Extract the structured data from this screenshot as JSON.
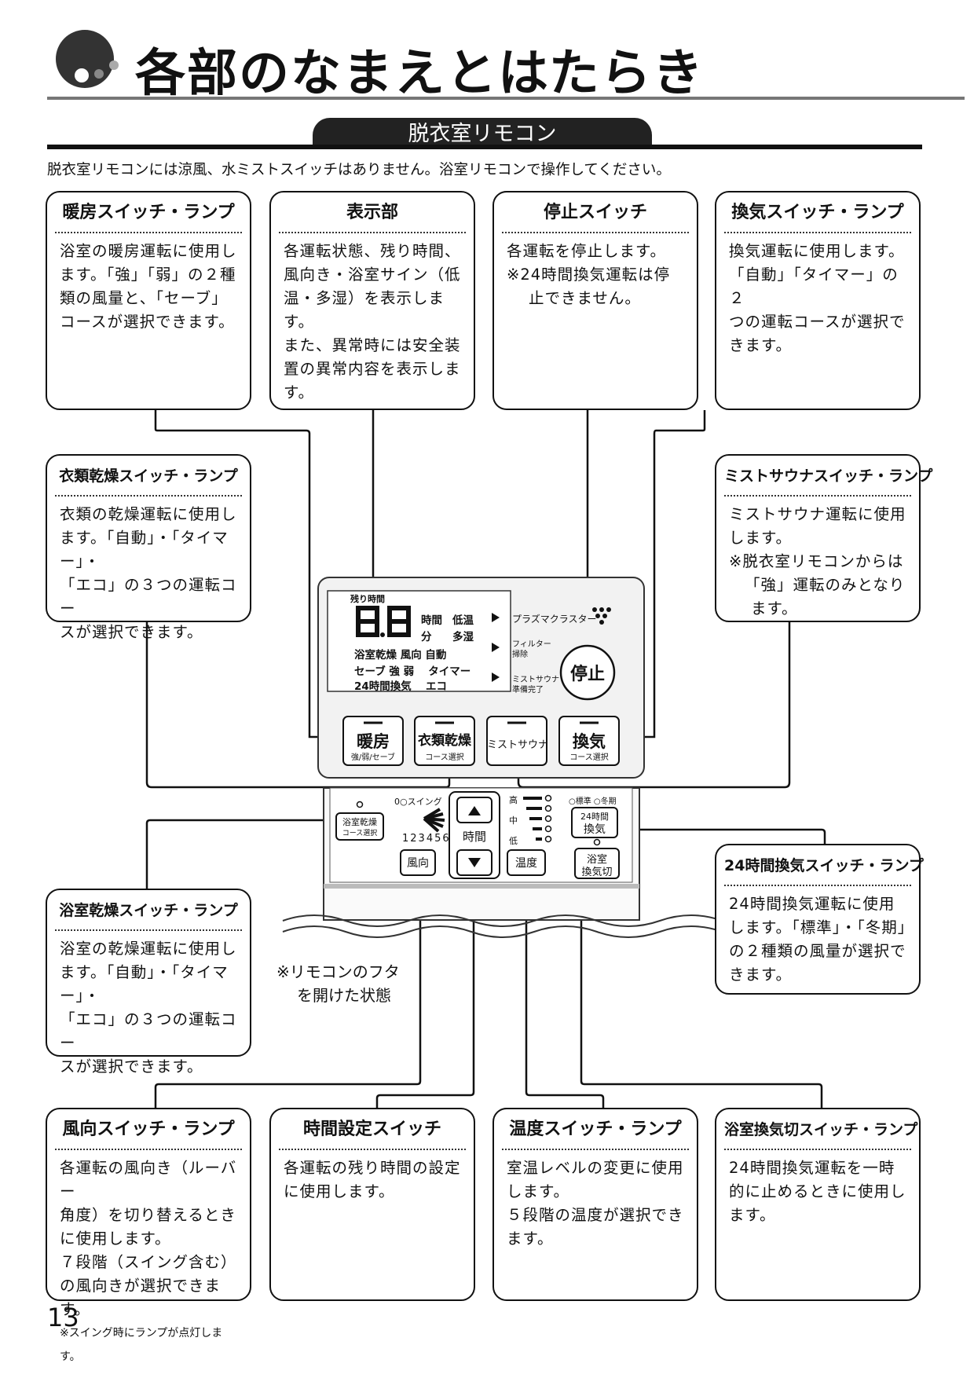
{
  "page_title": "各部のなまえとはたらき",
  "section_title": "脱衣室リモコン",
  "intro": "脱衣室リモコンには涼風、水ミストスイッチはありません。浴室リモコンで操作してください。",
  "boxes": {
    "danbo": {
      "title": "暖房スイッチ・ランプ",
      "lines": [
        "浴室の暖房運転に使用し",
        "ます。「強」「弱」の２種",
        "類の風量と、「セーブ」",
        "コースが選択できます。"
      ]
    },
    "hyoji": {
      "title": "表示部",
      "lines": [
        "各運転状態、残り時間、",
        "風向き・浴室サイン（低",
        "温・多湿）を表示します。",
        "また、異常時には安全装",
        "置の異常内容を表示しま",
        "す。"
      ]
    },
    "teishi": {
      "title": "停止スイッチ",
      "lines": [
        "各運転を停止します。",
        "※24時間換気運転は停",
        "止できません。"
      ]
    },
    "kanki": {
      "title": "換気スイッチ・ランプ",
      "lines": [
        "換気運転に使用します。",
        "「自動」「タイマー」の２",
        "つの運転コースが選択で",
        "きます。"
      ]
    },
    "irui": {
      "title": "衣類乾燥スイッチ・ランプ",
      "lines": [
        "衣類の乾燥運転に使用し",
        "ます。「自動」・「タイマー」・",
        "「エコ」の３つの運転コー",
        "スが選択できます。"
      ]
    },
    "mist": {
      "title": "ミストサウナスイッチ・ランプ",
      "lines": [
        "ミストサウナ運転に使用",
        "します。",
        "※脱衣室リモコンからは",
        "「強」運転のみとなり",
        "ます。"
      ]
    },
    "kanki24": {
      "title": "24時間換気スイッチ・ランプ",
      "lines": [
        "24時間換気運転に使用",
        "します。「標準」・「冬期」",
        "の２種類の風量が選択で",
        "きます。"
      ]
    },
    "yokushitsu": {
      "title": "浴室乾燥スイッチ・ランプ",
      "lines": [
        "浴室の乾燥運転に使用し",
        "ます。「自動」・「タイマー」・",
        "「エコ」の３つの運転コー",
        "スが選択できます。"
      ]
    },
    "fuko": {
      "title": "風向スイッチ・ランプ",
      "lines": [
        "各運転の風向き（ルーバー",
        "角度）を切り替えるとき",
        "に使用します。",
        "７段階（スイング含む）",
        "の風向きが選択できます。"
      ],
      "small": "※スイング時にランプが点灯します。"
    },
    "jikan": {
      "title": "時間設定スイッチ",
      "lines": [
        "各運転の残り時間の設定",
        "に使用します。"
      ]
    },
    "ondo": {
      "title": "温度スイッチ・ランプ",
      "lines": [
        "室温レベルの変更に使用",
        "します。",
        "５段階の温度が選択でき",
        "ます。"
      ]
    },
    "kankigiri": {
      "title": "浴室換気切スイッチ・ランプ",
      "lines": [
        "24時間換気運転を一時",
        "的に止めるときに使用し",
        "ます。"
      ]
    }
  },
  "note": [
    "※リモコンのフタ",
    "を開けた状態"
  ],
  "remote": {
    "lcd": {
      "remaining": "残り時間",
      "digits": "8.8",
      "hour": "時間",
      "minute": "分",
      "low_temp": "低温",
      "humid": "多湿",
      "row3": "浴室乾燥 風向 自動",
      "row4": "セーブ 強 弱　 タイマー",
      "row5": "24時間換気　 エコ"
    },
    "indicators": [
      "プラズマクラスター",
      "フィルター",
      "掃除",
      "ミストサウナ",
      "準備完了"
    ],
    "stop": "停止",
    "buttons": {
      "danbo": "暖房",
      "danbo_sub": "強/弱/セーブ",
      "irui": "衣類乾燥",
      "irui_sub": "コース選択",
      "mist": "ミストサウナ",
      "kanki": "換気",
      "kanki_sub": "コース選択"
    },
    "lower": {
      "yoku": "浴室乾燥",
      "yoku_sub": "コース選択",
      "swing": "0○スイング",
      "angles": "123456",
      "fuko": "風向",
      "jikan": "時間",
      "ondo_high": "高",
      "ondo_mid": "中",
      "ondo_low": "低",
      "ondo": "温度",
      "std": "○標準 ○冬期",
      "k24a": "24時間",
      "k24b": "換気",
      "kiria": "浴室",
      "kirib": "換気切"
    }
  },
  "page_number": "13"
}
